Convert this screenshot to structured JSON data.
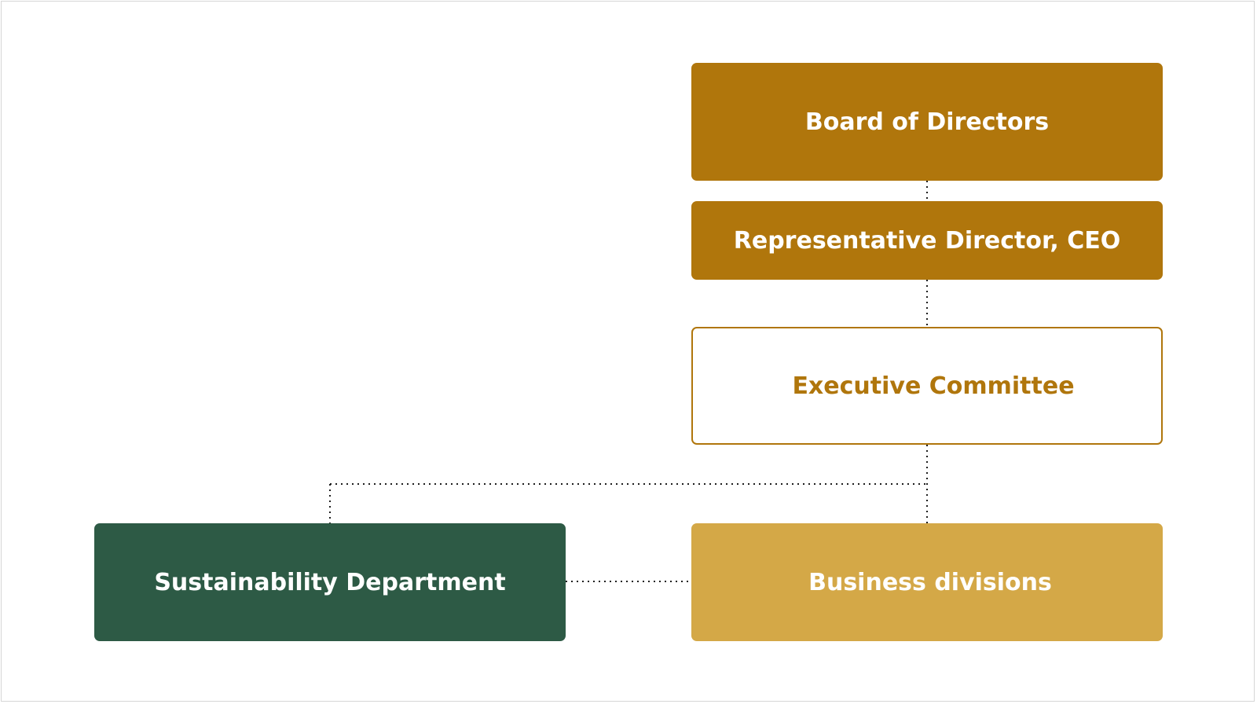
{
  "diagram": {
    "nodes": {
      "board": {
        "label": "Board of Directors"
      },
      "ceo": {
        "label": "Representative Director, CEO"
      },
      "executive_committee": {
        "label": "Executive Committee"
      },
      "sustainability": {
        "label": "Sustainability Department"
      },
      "business": {
        "label": "Business divisions"
      }
    },
    "edges": [
      {
        "from": "Board of Directors",
        "to": "Representative Director, CEO",
        "style": "dotted"
      },
      {
        "from": "Representative Director, CEO",
        "to": "Executive Committee",
        "style": "dotted"
      },
      {
        "from": "Executive Committee",
        "to": "Sustainability Department",
        "style": "dotted"
      },
      {
        "from": "Executive Committee",
        "to": "Business divisions",
        "style": "dotted"
      },
      {
        "from": "Sustainability Department",
        "to": "Business divisions",
        "style": "dotted"
      }
    ]
  },
  "colors": {
    "primary_gold": "#B0760C",
    "light_gold": "#D4A847",
    "dark_green": "#2D5A45",
    "white": "#FFFFFF",
    "connector": "#1F1F1F"
  }
}
